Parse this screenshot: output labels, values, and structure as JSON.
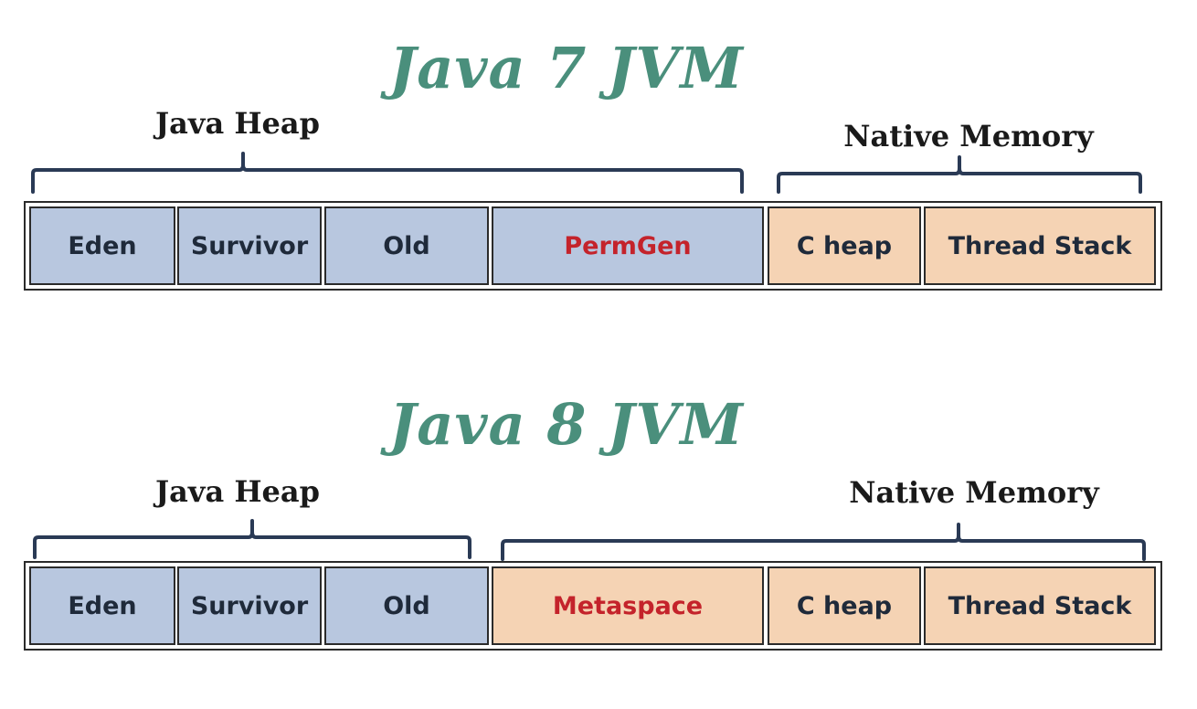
{
  "java7": {
    "title": "Java 7 JVM",
    "heap_label": "Java Heap",
    "native_label": "Native Memory",
    "segments": {
      "eden": "Eden",
      "survivor": "Survivor",
      "old": "Old",
      "permgen": "PermGen",
      "cheap": "C heap",
      "thread_stack": "Thread Stack"
    }
  },
  "java8": {
    "title": "Java 8 JVM",
    "heap_label": "Java Heap",
    "native_label": "Native Memory",
    "segments": {
      "eden": "Eden",
      "survivor": "Survivor",
      "old": "Old",
      "metaspace": "Metaspace",
      "cheap": "C heap",
      "thread_stack": "Thread Stack"
    }
  },
  "colors": {
    "title": "#4a8f7c",
    "heap_fill": "#b8c7df",
    "native_fill": "#f5d3b4",
    "highlight_text": "#c4232b"
  }
}
